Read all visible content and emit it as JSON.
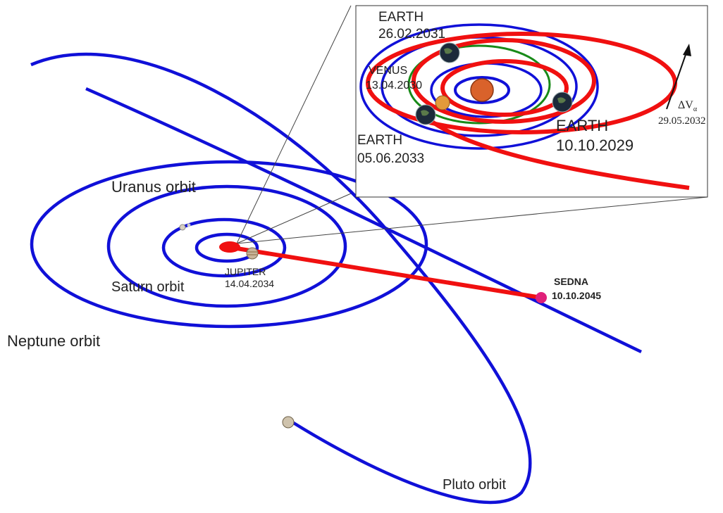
{
  "labels": {
    "uranus_orbit": "Uranus orbit",
    "saturn_orbit": "Saturn orbit",
    "neptune_orbit": "Neptune orbit",
    "pluto_orbit": "Pluto orbit",
    "jupiter_name": "JUPITER",
    "jupiter_date": "14.04.2034",
    "sedna_name": "SEDNA",
    "sedna_date": "10.10.2045"
  },
  "inset": {
    "earth_top_name": "EARTH",
    "earth_top_date": "26.02.2031",
    "venus_name": "VENUS",
    "venus_date": "13.04.2030",
    "earth_left_name": "EARTH",
    "earth_left_date": "05.06.2033",
    "earth_right_name": "EARTH",
    "earth_right_date": "10.10.2029",
    "dv_delta": "ΔV",
    "dv_sub": "α",
    "dv_date": "29.05.2032"
  },
  "colors": {
    "orbit": "#1010d8",
    "trajectory": "#f01010",
    "venus_orbit": "#188a18",
    "sedna": "#e0207a",
    "sun": "#d9622b"
  }
}
